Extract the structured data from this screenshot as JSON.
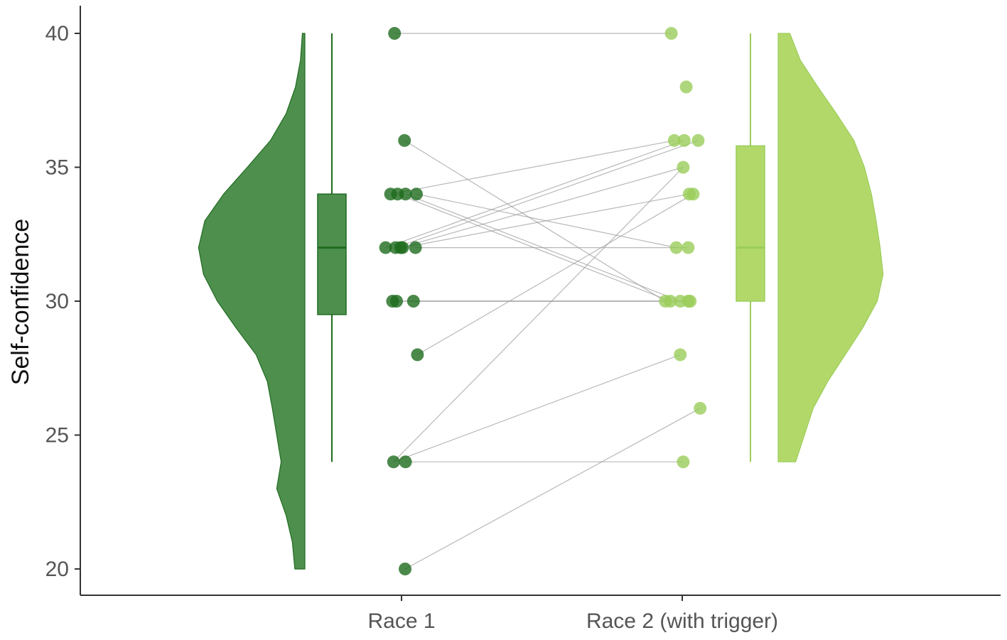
{
  "chart_data": {
    "type": "raincloud",
    "title": "",
    "xlabel": "",
    "ylabel": "Self-confidence",
    "categories": [
      "Race 1",
      "Race 2 (with trigger)"
    ],
    "y_ticks": [
      20,
      25,
      30,
      35,
      40
    ],
    "ylim": [
      19,
      41
    ],
    "grid": false,
    "legend": "none",
    "colors": {
      "race1": "#1e6b1e",
      "race1_fill": "#4e8f4e",
      "race2": "#9acd5a",
      "race2_fill": "#b3d86a",
      "lines": "#9a9a9a",
      "axis": "#333333"
    },
    "series": [
      {
        "name": "Race 1",
        "points": [
          {
            "x": 40,
            "jitter": -0.35
          },
          {
            "x": 36,
            "jitter": 0.15
          },
          {
            "x": 34,
            "jitter": -0.55
          },
          {
            "x": 34,
            "jitter": -0.2
          },
          {
            "x": 34,
            "jitter": 0.2
          },
          {
            "x": 34,
            "jitter": 0.75
          },
          {
            "x": 32,
            "jitter": -0.8
          },
          {
            "x": 32,
            "jitter": -0.3
          },
          {
            "x": 32,
            "jitter": -0.05
          },
          {
            "x": 32,
            "jitter": 0.05
          },
          {
            "x": 32,
            "jitter": 0.7
          },
          {
            "x": 30,
            "jitter": -0.45
          },
          {
            "x": 30,
            "jitter": -0.25
          },
          {
            "x": 30,
            "jitter": 0.6
          },
          {
            "x": 28,
            "jitter": 0.8
          },
          {
            "x": 24,
            "jitter": -0.4
          },
          {
            "x": 24,
            "jitter": 0.2
          },
          {
            "x": 20,
            "jitter": 0.18
          }
        ],
        "box": {
          "min": 24,
          "q1": 29.5,
          "median": 32,
          "q3": 34,
          "max": 40
        }
      },
      {
        "name": "Race 2 (with trigger)",
        "points": [
          {
            "x": 40,
            "jitter": -0.55
          },
          {
            "x": 38,
            "jitter": 0.2
          },
          {
            "x": 36,
            "jitter": -0.4
          },
          {
            "x": 36,
            "jitter": 0.1
          },
          {
            "x": 36,
            "jitter": 0.8
          },
          {
            "x": 35,
            "jitter": 0.05
          },
          {
            "x": 34,
            "jitter": 0.35
          },
          {
            "x": 34,
            "jitter": 0.55
          },
          {
            "x": 32,
            "jitter": -0.3
          },
          {
            "x": 32,
            "jitter": 0.3
          },
          {
            "x": 30,
            "jitter": -0.85
          },
          {
            "x": 30,
            "jitter": -0.6
          },
          {
            "x": 30,
            "jitter": -0.1
          },
          {
            "x": 30,
            "jitter": 0.3
          },
          {
            "x": 30,
            "jitter": 0.4
          },
          {
            "x": 28,
            "jitter": -0.1
          },
          {
            "x": 26,
            "jitter": 0.9
          },
          {
            "x": 24,
            "jitter": 0.05
          }
        ],
        "box": {
          "min": 24,
          "q1": 30,
          "median": 32,
          "q3": 35.8,
          "max": 40
        }
      }
    ],
    "pairs": [
      [
        40,
        40
      ],
      [
        36,
        30
      ],
      [
        34,
        36
      ],
      [
        34,
        30
      ],
      [
        34,
        30
      ],
      [
        34,
        32
      ],
      [
        32,
        36
      ],
      [
        32,
        36
      ],
      [
        32,
        35
      ],
      [
        32,
        34
      ],
      [
        32,
        32
      ],
      [
        30,
        30
      ],
      [
        30,
        30
      ],
      [
        30,
        30
      ],
      [
        28,
        34
      ],
      [
        24,
        35
      ],
      [
        24,
        24
      ],
      [
        24,
        28
      ],
      [
        20,
        26
      ]
    ],
    "density": {
      "race1": {
        "y": [
          20,
          21,
          22,
          23,
          24,
          25,
          26,
          27,
          28,
          29,
          30,
          31,
          32,
          33,
          34,
          35,
          36,
          37,
          38,
          39,
          40
        ],
        "width": [
          0.16,
          0.2,
          0.3,
          0.45,
          0.38,
          0.45,
          0.52,
          0.6,
          0.78,
          1.1,
          1.4,
          1.62,
          1.7,
          1.6,
          1.3,
          0.92,
          0.55,
          0.3,
          0.15,
          0.07,
          0.04
        ]
      },
      "race2": {
        "y": [
          24,
          25,
          26,
          27,
          28,
          29,
          30,
          31,
          32,
          33,
          34,
          35,
          36,
          37,
          38,
          39,
          40
        ],
        "width": [
          0.3,
          0.45,
          0.6,
          0.85,
          1.15,
          1.45,
          1.7,
          1.8,
          1.75,
          1.68,
          1.6,
          1.48,
          1.3,
          1.0,
          0.68,
          0.38,
          0.2
        ]
      }
    }
  }
}
